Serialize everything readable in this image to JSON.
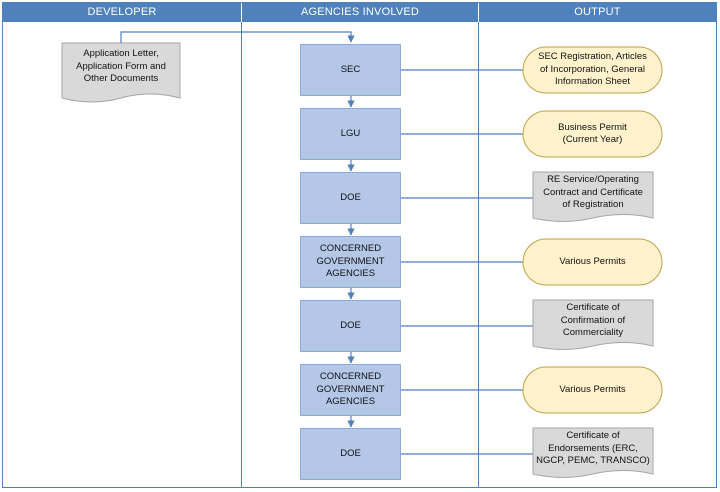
{
  "headers": {
    "developer": "DEVELOPER",
    "agencies": "AGENCIES INVOLVED",
    "output": "OUTPUT"
  },
  "developer_doc": {
    "line1": "Application Letter,",
    "line2": "Application Form and",
    "line3": "Other Documents"
  },
  "steps": [
    {
      "agency": [
        "SEC"
      ],
      "output": [
        "SEC Registration, Articles",
        "of Incorporation, General",
        "Information Sheet"
      ],
      "output_shape": "terminator"
    },
    {
      "agency": [
        "LGU"
      ],
      "output": [
        "Business Permit",
        "(Current Year)"
      ],
      "output_shape": "terminator"
    },
    {
      "agency": [
        "DOE"
      ],
      "output": [
        "RE Service/Operating",
        "Contract and Certificate",
        "of Registration"
      ],
      "output_shape": "document"
    },
    {
      "agency": [
        "CONCERNED",
        "GOVERNMENT",
        "AGENCIES"
      ],
      "output": [
        "Various Permits"
      ],
      "output_shape": "terminator"
    },
    {
      "agency": [
        "DOE"
      ],
      "output": [
        "Certificate of",
        "Confirmation of",
        "Commerciality"
      ],
      "output_shape": "document"
    },
    {
      "agency": [
        "CONCERNED",
        "GOVERNMENT",
        "AGENCIES"
      ],
      "output": [
        "Various Permits"
      ],
      "output_shape": "terminator"
    },
    {
      "agency": [
        "DOE"
      ],
      "output": [
        "Certificate of",
        "Endorsements (ERC,",
        "NGCP, PEMC, TRANSCO)"
      ],
      "output_shape": "document"
    }
  ],
  "colors": {
    "header_bg": "#4f81bd",
    "agency_fill": "#b4c7e7",
    "terminator_fill": "#fff2cc",
    "document_fill": "#d9d9d9",
    "connector": "#4f81bd"
  }
}
